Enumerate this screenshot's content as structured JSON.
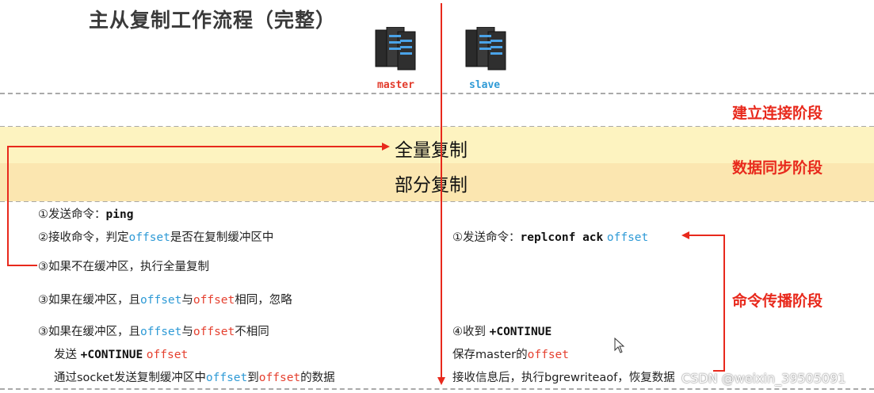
{
  "title": "主从复制工作流程（完整）",
  "servers": {
    "master": "master",
    "slave": "slave"
  },
  "phases": {
    "connect": "建立连接阶段",
    "sync": "数据同步阶段",
    "propagate": "命令传播阶段"
  },
  "sync_modes": {
    "full": "全量复制",
    "partial": "部分复制"
  },
  "master_steps": {
    "s1_prefix": "①发送命令：",
    "s1_cmd": "ping",
    "s2_prefix": "②接收命令，判定",
    "s2_offset": "offset",
    "s2_suffix": "是否在复制缓冲区中",
    "s3": "③如果不在缓冲区，执行全量复制",
    "s4_prefix": "③如果在缓冲区，且",
    "s4_o1": "offset",
    "s4_mid": "与",
    "s4_o2": "offset",
    "s4_suffix": "相同，忽略",
    "s5_prefix": "③如果在缓冲区，且",
    "s5_o1": "offset",
    "s5_mid": "与",
    "s5_o2": "offset",
    "s5_suffix": "不相同",
    "s6_prefix": "发送 ",
    "s6_cmd": "+CONTINUE",
    "s6_offset": "offset",
    "s7_prefix": "通过socket发送复制缓冲区中",
    "s7_o1": "offset",
    "s7_mid": "到",
    "s7_o2": "offset",
    "s7_suffix": "的数据"
  },
  "slave_steps": {
    "s1_prefix": "①发送命令：",
    "s1_cmd": "replconf ack",
    "s1_offset": "offset",
    "s4_prefix": "④收到 ",
    "s4_cmd": "+CONTINUE",
    "s5_prefix": "保存master的",
    "s5_offset": "offset",
    "s6": "接收信息后，执行bgrewriteaof，恢复数据"
  },
  "watermark": "CSDN @weixin_39505091",
  "colors": {
    "phase": "#e8291c",
    "offset_blue": "#2e9ad6",
    "offset_red": "#e5402f",
    "divider": "#e8291c"
  }
}
